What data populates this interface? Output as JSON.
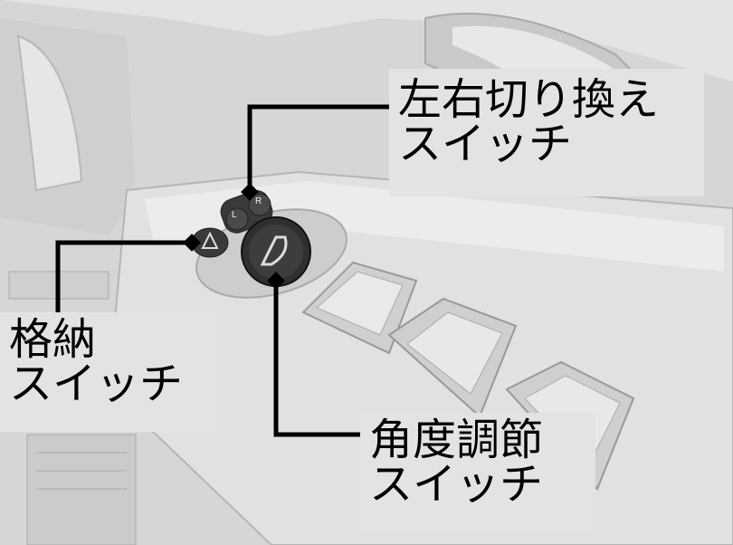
{
  "labels": {
    "lr_switch": {
      "line1": "左右切り換え",
      "line2": "スイッチ"
    },
    "fold_switch": {
      "line1": "格納",
      "line2": "スイッチ"
    },
    "adjust_switch": {
      "line1": "角度調節",
      "line2": "スイッチ"
    }
  },
  "switch_letters": {
    "left": "L",
    "right": "R"
  },
  "colors": {
    "background": "#d9d9d9",
    "label_bg": "#e3e3e3",
    "leader": "#000000",
    "switch_dark": "#3a3a3a"
  }
}
